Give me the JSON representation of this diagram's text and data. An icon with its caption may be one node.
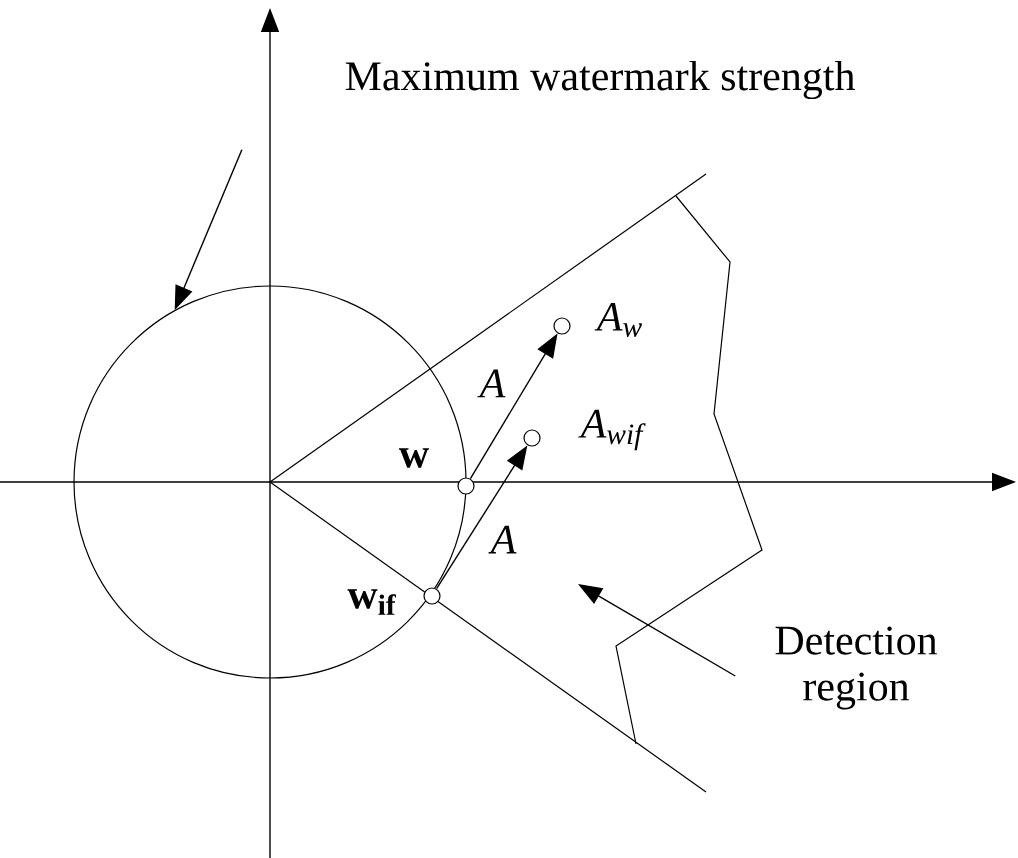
{
  "diagram": {
    "nodes": [
      {
        "text": [
          "Maximum watermark strength"
        ]
      },
      {
        "text": [],
        "shape": "circle"
      },
      {
        "text": [
          "Detection region"
        ]
      },
      {
        "text": [],
        "shape": "circle"
      },
      {
        "text": [],
        "shape": "circle"
      },
      {
        "text": [],
        "shape": "circle"
      },
      {
        "text": [],
        "shape": "circle"
      },
      {
        "text": [],
        "shape": "region"
      }
    ],
    "edges": [
      {
        "from": 3,
        "to": 5,
        "arrow": "to",
        "label": "A"
      },
      {
        "from": 4,
        "to": 6,
        "arrow": "to",
        "label": "A"
      },
      {
        "from": 0,
        "to": 1,
        "arrow": "to"
      },
      {
        "from": 2,
        "to": 7,
        "arrow": "to"
      }
    ],
    "labels": [
      "w",
      "w$_{if}$",
      "A$_{w}$",
      "A$_{wif}$"
    ]
  }
}
